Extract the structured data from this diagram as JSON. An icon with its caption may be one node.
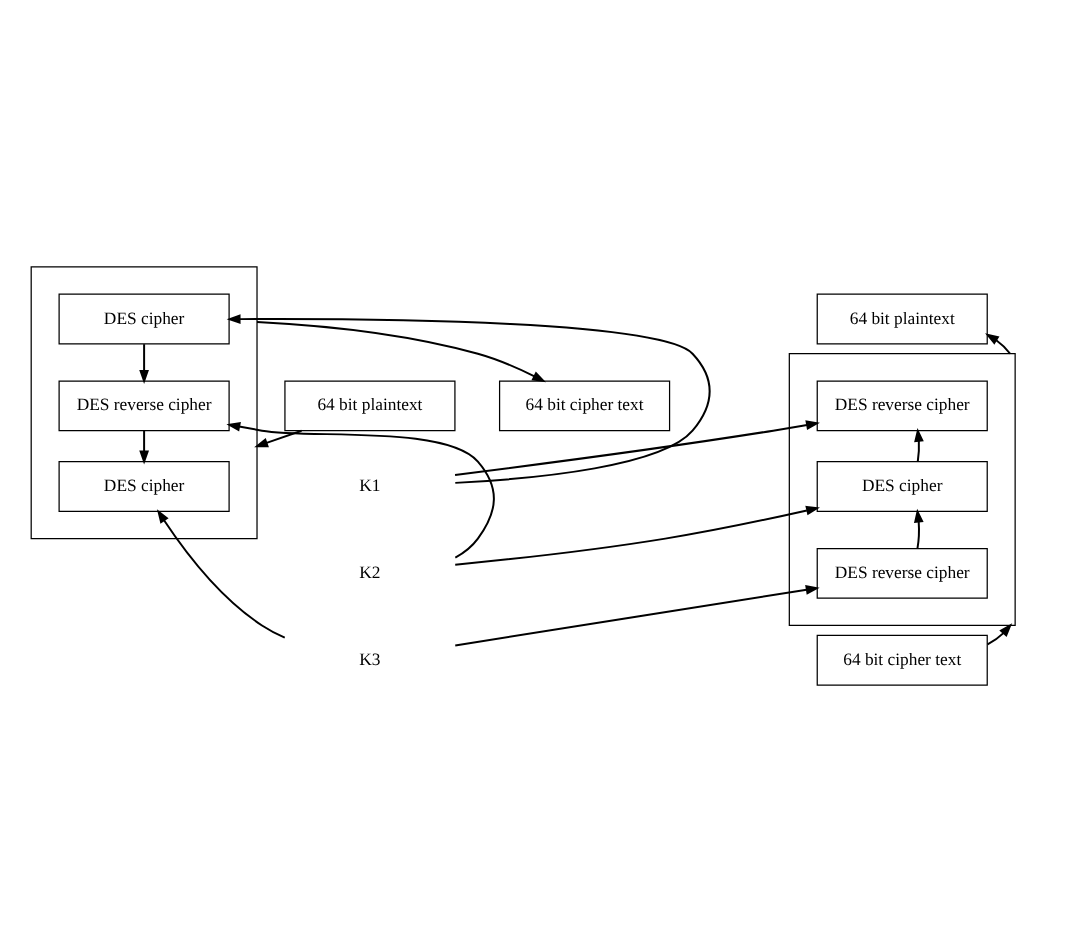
{
  "diagram": {
    "nodes": [
      {
        "text": [
          "64 bit plaintext"
        ]
      },
      {
        "text": [],
        "shape": "box"
      },
      {
        "text": [
          "DES cipher"
        ],
        "in": 1
      },
      {
        "text": [
          "DES reverse cipher"
        ],
        "in": 1
      },
      {
        "text": [
          "DES cipher"
        ],
        "in": 1
      },
      {
        "text": [
          "64 bit cipher text"
        ]
      },
      {
        "text": [
          "64 bit plaintext"
        ]
      },
      {
        "text": [],
        "shape": "box"
      },
      {
        "text": [
          "DES reverse cipher"
        ],
        "in": 7
      },
      {
        "text": [
          "DES cipher"
        ],
        "in": 7
      },
      {
        "text": [
          "DES reverse cipher"
        ],
        "in": 7
      },
      {
        "text": [
          "64 bit cipher text"
        ]
      },
      {
        "text": [
          "K1"
        ]
      },
      {
        "text": [
          "K2"
        ]
      },
      {
        "text": [
          "K3"
        ]
      }
    ],
    "edges": [
      {
        "from": 0,
        "to": 1,
        "arrow": "to"
      },
      {
        "from": 2,
        "to": 3,
        "arrow": "to"
      },
      {
        "from": 3,
        "to": 4,
        "arrow": "to"
      },
      {
        "from": 1,
        "to": 5,
        "arrow": "to"
      },
      {
        "from": 11,
        "to": 7,
        "arrow": "to"
      },
      {
        "from": 10,
        "to": 9,
        "arrow": "to"
      },
      {
        "from": 9,
        "to": 8,
        "arrow": "to"
      },
      {
        "from": 7,
        "to": 6,
        "arrow": "to"
      },
      {
        "from": 12,
        "to": 2,
        "arrow": "to"
      },
      {
        "from": 12,
        "to": 8,
        "arrow": "to"
      },
      {
        "from": 13,
        "to": 3,
        "arrow": "to"
      },
      {
        "from": 13,
        "to": 9,
        "arrow": "to"
      },
      {
        "from": 14,
        "to": 4,
        "arrow": "to"
      },
      {
        "from": 14,
        "to": 10,
        "arrow": "to"
      }
    ]
  }
}
